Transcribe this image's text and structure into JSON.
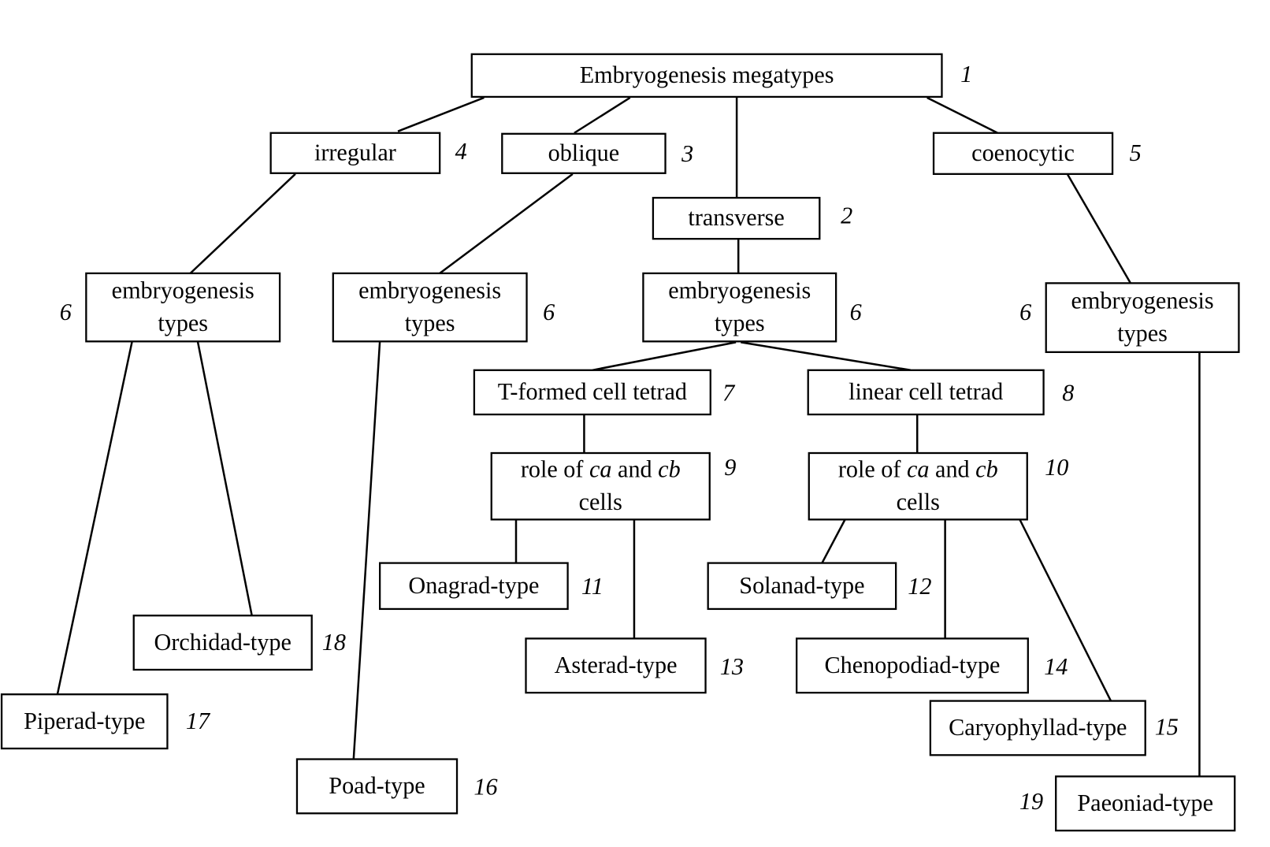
{
  "diagram": {
    "title": "Embryogenesis megatypes classification",
    "nodes": [
      {
        "id": "n1",
        "number": "1",
        "lines": [
          [
            {
              "t": "Embryogenesis megatypes"
            }
          ]
        ]
      },
      {
        "id": "n4",
        "number": "4",
        "lines": [
          [
            {
              "t": "irregular"
            }
          ]
        ]
      },
      {
        "id": "n3",
        "number": "3",
        "lines": [
          [
            {
              "t": "oblique"
            }
          ]
        ]
      },
      {
        "id": "n2",
        "number": "2",
        "lines": [
          [
            {
              "t": "transverse"
            }
          ]
        ]
      },
      {
        "id": "n5",
        "number": "5",
        "lines": [
          [
            {
              "t": "coenocytic"
            }
          ]
        ]
      },
      {
        "id": "n6a",
        "number": "6",
        "lines": [
          [
            {
              "t": "embryogenesis"
            }
          ],
          [
            {
              "t": "types"
            }
          ]
        ]
      },
      {
        "id": "n6b",
        "number": "6",
        "lines": [
          [
            {
              "t": "embryogenesis"
            }
          ],
          [
            {
              "t": "types"
            }
          ]
        ]
      },
      {
        "id": "n6c",
        "number": "6",
        "lines": [
          [
            {
              "t": "embryogenesis"
            }
          ],
          [
            {
              "t": "types"
            }
          ]
        ]
      },
      {
        "id": "n6d",
        "number": "6",
        "lines": [
          [
            {
              "t": "embryogenesis"
            }
          ],
          [
            {
              "t": "types"
            }
          ]
        ]
      },
      {
        "id": "n7",
        "number": "7",
        "lines": [
          [
            {
              "t": "T-formed cell tetrad"
            }
          ]
        ]
      },
      {
        "id": "n8",
        "number": "8",
        "lines": [
          [
            {
              "t": "linear cell tetrad"
            }
          ]
        ]
      },
      {
        "id": "n9",
        "number": "9",
        "lines": [
          [
            {
              "t": "role of "
            },
            {
              "t": "ca",
              "i": true
            },
            {
              "t": " and "
            },
            {
              "t": "cb",
              "i": true
            }
          ],
          [
            {
              "t": "cells"
            }
          ]
        ]
      },
      {
        "id": "n10",
        "number": "10",
        "lines": [
          [
            {
              "t": "role of "
            },
            {
              "t": "ca",
              "i": true
            },
            {
              "t": " and "
            },
            {
              "t": "cb",
              "i": true
            }
          ],
          [
            {
              "t": "cells"
            }
          ]
        ]
      },
      {
        "id": "n11",
        "number": "11",
        "lines": [
          [
            {
              "t": "Onagrad-type"
            }
          ]
        ]
      },
      {
        "id": "n12",
        "number": "12",
        "lines": [
          [
            {
              "t": "Solanad-type"
            }
          ]
        ]
      },
      {
        "id": "n13",
        "number": "13",
        "lines": [
          [
            {
              "t": "Asterad-type"
            }
          ]
        ]
      },
      {
        "id": "n14",
        "number": "14",
        "lines": [
          [
            {
              "t": "Chenopodiad-type"
            }
          ]
        ]
      },
      {
        "id": "n15",
        "number": "15",
        "lines": [
          [
            {
              "t": "Caryophyllad-type"
            }
          ]
        ]
      },
      {
        "id": "n16",
        "number": "16",
        "lines": [
          [
            {
              "t": "Poad-type"
            }
          ]
        ]
      },
      {
        "id": "n17",
        "number": "17",
        "lines": [
          [
            {
              "t": "Piperad-type"
            }
          ]
        ]
      },
      {
        "id": "n18",
        "number": "18",
        "lines": [
          [
            {
              "t": "Orchidad-type"
            }
          ]
        ]
      },
      {
        "id": "n19",
        "number": "19",
        "lines": [
          [
            {
              "t": "Paeoniad-type"
            }
          ]
        ]
      }
    ],
    "edges": [
      [
        "n1",
        "n4"
      ],
      [
        "n1",
        "n3"
      ],
      [
        "n1",
        "n2"
      ],
      [
        "n1",
        "n5"
      ],
      [
        "n4",
        "n6a"
      ],
      [
        "n3",
        "n6b"
      ],
      [
        "n2",
        "n6c"
      ],
      [
        "n5",
        "n6d"
      ],
      [
        "n6c",
        "n7"
      ],
      [
        "n6c",
        "n8"
      ],
      [
        "n7",
        "n9"
      ],
      [
        "n8",
        "n10"
      ],
      [
        "n9",
        "n11"
      ],
      [
        "n9",
        "n13"
      ],
      [
        "n10",
        "n12"
      ],
      [
        "n10",
        "n14"
      ],
      [
        "n10",
        "n15"
      ],
      [
        "n6a",
        "n17"
      ],
      [
        "n6a",
        "n18"
      ],
      [
        "n6b",
        "n16"
      ],
      [
        "n6d",
        "n19"
      ]
    ]
  }
}
